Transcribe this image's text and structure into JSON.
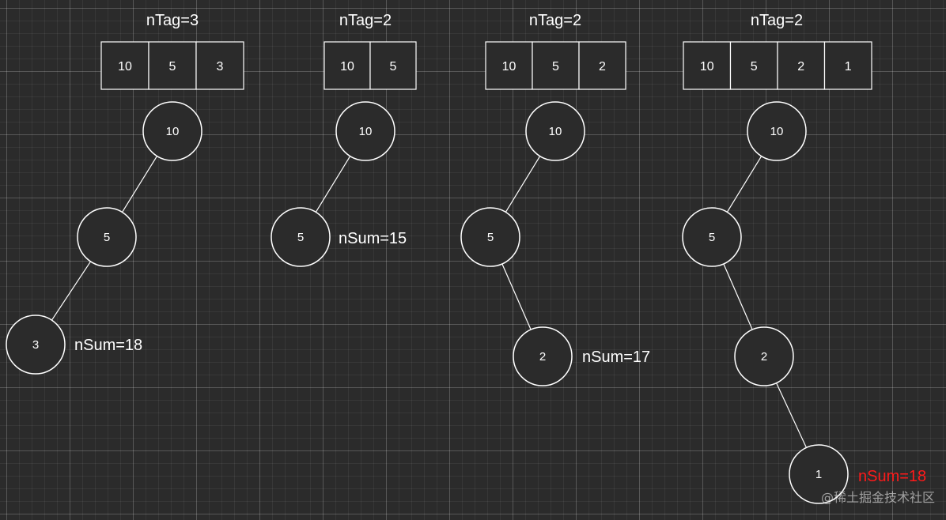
{
  "diagram": {
    "panels": [
      {
        "title": "nTag=3",
        "array": [
          "10",
          "5",
          "3"
        ],
        "nodes": [
          "10",
          "5",
          "3"
        ],
        "sum_label": "nSum=18",
        "sum_color": "#ffffff"
      },
      {
        "title": "nTag=2",
        "array": [
          "10",
          "5"
        ],
        "nodes": [
          "10",
          "5"
        ],
        "sum_label": "nSum=15",
        "sum_color": "#ffffff"
      },
      {
        "title": "nTag=2",
        "array": [
          "10",
          "5",
          "2"
        ],
        "nodes": [
          "10",
          "5",
          "2"
        ],
        "sum_label": "nSum=17",
        "sum_color": "#ffffff"
      },
      {
        "title": "nTag=2",
        "array": [
          "10",
          "5",
          "2",
          "1"
        ],
        "nodes": [
          "10",
          "5",
          "2",
          "1"
        ],
        "sum_label": "nSum=18",
        "sum_color": "#ff1a1a"
      }
    ],
    "colors": {
      "background": "#2b2b2b",
      "stroke": "#ffffff",
      "highlight": "#ff1a1a"
    }
  },
  "watermark": "@稀土掘金技术社区"
}
